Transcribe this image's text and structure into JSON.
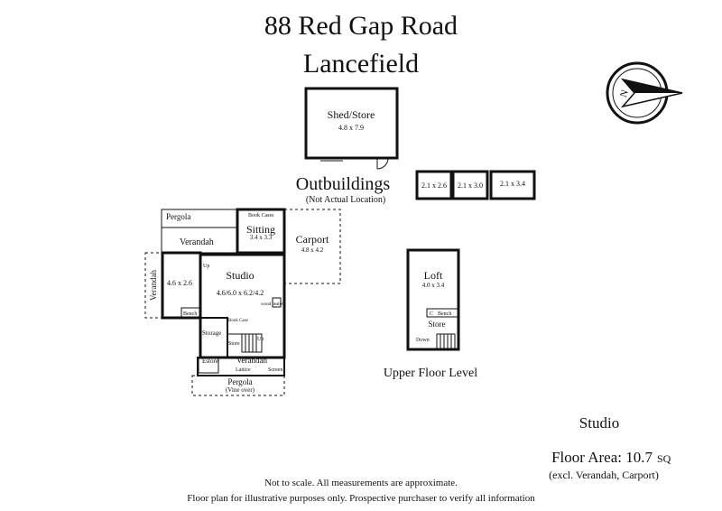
{
  "header": {
    "address_line1": "88 Red Gap Road",
    "address_line2": "Lancefield"
  },
  "outbuildings": {
    "heading": "Outbuildings",
    "subheading": "(Not Actual Location)",
    "shed": {
      "name": "Shed/Store",
      "size": "4.8 x 7.9"
    },
    "bays": [
      "2.1 x 2.6",
      "2.1 x 3.0",
      "2.1 x 3.4"
    ]
  },
  "ground": {
    "pergola_top": "Pergola",
    "verandah_top": "Verandah",
    "sitting": {
      "name": "Sitting",
      "size": "3.4 x 3.3",
      "note": "Book Cases"
    },
    "carport": {
      "name": "Carport",
      "size": "4.8 x 4.2"
    },
    "verandah_left": "Verandah",
    "room_left_size": "4.6 x 2.6",
    "bench": "Bench",
    "up_label": "Up",
    "studio": {
      "name": "Studio",
      "size": "4.6/6.0 x 6.2/4.2",
      "heater": "wood heater"
    },
    "book_case": "Book Case",
    "storage": "Storage",
    "store_small": "Store",
    "up_label2": "Up",
    "estore": "Estore",
    "verandah_bottom": "Verandah",
    "lattice": "Lattice",
    "screen": "Screen",
    "pergola_bottom": "Pergola",
    "vine": "(Vine over)"
  },
  "upper": {
    "loft": {
      "name": "Loft",
      "size": "4.0 x 3.4"
    },
    "bench": "Bench",
    "c_label": "C",
    "store": "Store",
    "down": "Down",
    "level_label": "Upper Floor Level"
  },
  "summary": {
    "building": "Studio",
    "floor_area": "Floor Area: 10.7",
    "unit": "SQ",
    "excl": "(excl. Verandah, Carport)"
  },
  "disclaimer": {
    "line1": "Not to scale. All measurements are approximate.",
    "line2": "Floor plan for illustrative purposes only. Prospective purchaser to verify all information"
  }
}
